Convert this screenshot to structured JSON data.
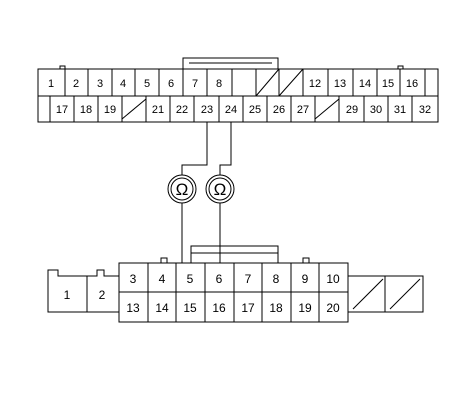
{
  "upper_connector": {
    "row1": [
      "1",
      "2",
      "3",
      "4",
      "5",
      "6",
      "7",
      "8",
      "",
      "",
      "12",
      "13",
      "14",
      "15",
      "16"
    ],
    "row2": [
      "17",
      "18",
      "19",
      "",
      "21",
      "22",
      "23",
      "24",
      "25",
      "26",
      "27",
      "",
      "29",
      "30",
      "31",
      "32"
    ]
  },
  "lower_connector": {
    "side": [
      "1",
      "2"
    ],
    "row1": [
      "3",
      "4",
      "5",
      "6",
      "7",
      "8",
      "9",
      "10"
    ],
    "row2": [
      "13",
      "14",
      "15",
      "16",
      "17",
      "18",
      "19",
      "20"
    ]
  },
  "meters": [
    {
      "symbol": "Ω"
    },
    {
      "symbol": "Ω"
    }
  ],
  "colors": {
    "line": "#000000",
    "background": "#ffffff"
  }
}
